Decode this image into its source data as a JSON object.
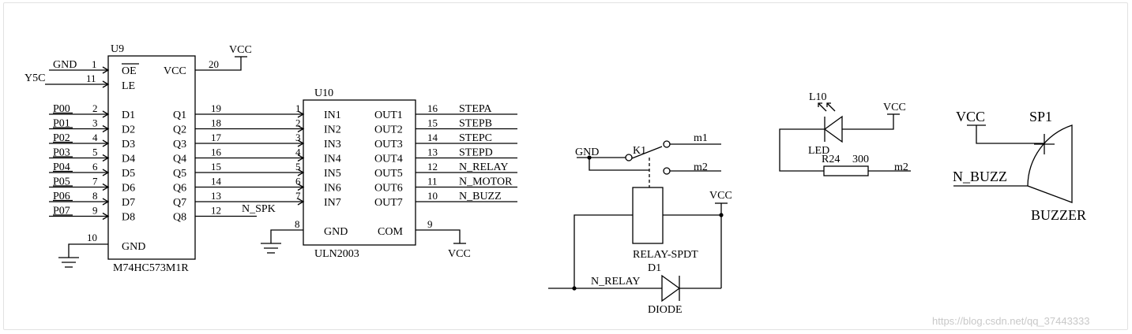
{
  "u9": {
    "ref": "U9",
    "part": "M74HC573M1R",
    "vcc_pin_num": "20",
    "vcc_pin": "VCC",
    "gnd_pin_num": "10",
    "gnd_pin": "GND",
    "oe_net": "GND",
    "oe_pin_num": "1",
    "oe_pin": "OE",
    "le_net": "Y5C",
    "le_pin_num": "11",
    "le_pin": "LE",
    "vcc_net": "VCC",
    "inputs": [
      {
        "net": "P00",
        "num": "2",
        "pin": "D1"
      },
      {
        "net": "P01",
        "num": "3",
        "pin": "D2"
      },
      {
        "net": "P02",
        "num": "4",
        "pin": "D3"
      },
      {
        "net": "P03",
        "num": "5",
        "pin": "D4"
      },
      {
        "net": "P04",
        "num": "6",
        "pin": "D5"
      },
      {
        "net": "P05",
        "num": "7",
        "pin": "D6"
      },
      {
        "net": "P06",
        "num": "8",
        "pin": "D7"
      },
      {
        "net": "P07",
        "num": "9",
        "pin": "D8"
      }
    ],
    "outputs": [
      {
        "pin": "Q1",
        "num": "19"
      },
      {
        "pin": "Q2",
        "num": "18"
      },
      {
        "pin": "Q3",
        "num": "17"
      },
      {
        "pin": "Q4",
        "num": "16"
      },
      {
        "pin": "Q5",
        "num": "15"
      },
      {
        "pin": "Q6",
        "num": "14"
      },
      {
        "pin": "Q7",
        "num": "13"
      },
      {
        "pin": "Q8",
        "num": "12"
      }
    ],
    "q8_net": "N_SPK"
  },
  "u10": {
    "ref": "U10",
    "part": "ULN2003",
    "gnd_pin_num": "8",
    "gnd_pin": "GND",
    "com_pin_num": "9",
    "com_pin": "COM",
    "com_net": "VCC",
    "inputs": [
      {
        "num": "1",
        "pin": "IN1"
      },
      {
        "num": "2",
        "pin": "IN2"
      },
      {
        "num": "3",
        "pin": "IN3"
      },
      {
        "num": "4",
        "pin": "IN4"
      },
      {
        "num": "5",
        "pin": "IN5"
      },
      {
        "num": "6",
        "pin": "IN6"
      },
      {
        "num": "7",
        "pin": "IN7"
      }
    ],
    "outputs": [
      {
        "pin": "OUT1",
        "num": "16",
        "net": "STEPA"
      },
      {
        "pin": "OUT2",
        "num": "15",
        "net": "STEPB"
      },
      {
        "pin": "OUT3",
        "num": "14",
        "net": "STEPC"
      },
      {
        "pin": "OUT4",
        "num": "13",
        "net": "STEPD"
      },
      {
        "pin": "OUT5",
        "num": "12",
        "net": "N_RELAY"
      },
      {
        "pin": "OUT6",
        "num": "11",
        "net": "N_MOTOR"
      },
      {
        "pin": "OUT7",
        "num": "10",
        "net": "N_BUZZ"
      }
    ]
  },
  "relay": {
    "gnd_net": "GND",
    "ref": "K1",
    "contact1": "m1",
    "contact2": "m2",
    "vcc_net": "VCC",
    "part": "RELAY-SPDT",
    "drive_net": "N_RELAY",
    "diode_ref": "D1",
    "diode_part": "DIODE"
  },
  "led_circuit": {
    "led_ref": "L10",
    "led_part": "LED",
    "vcc_net": "VCC",
    "res_ref": "R24",
    "res_value": "300",
    "net": "m2"
  },
  "buzzer": {
    "vcc_net": "VCC",
    "ref": "SP1",
    "drive_net": "N_BUZZ",
    "part": "BUZZER"
  },
  "watermark": "https://blog.csdn.net/qq_37443333"
}
